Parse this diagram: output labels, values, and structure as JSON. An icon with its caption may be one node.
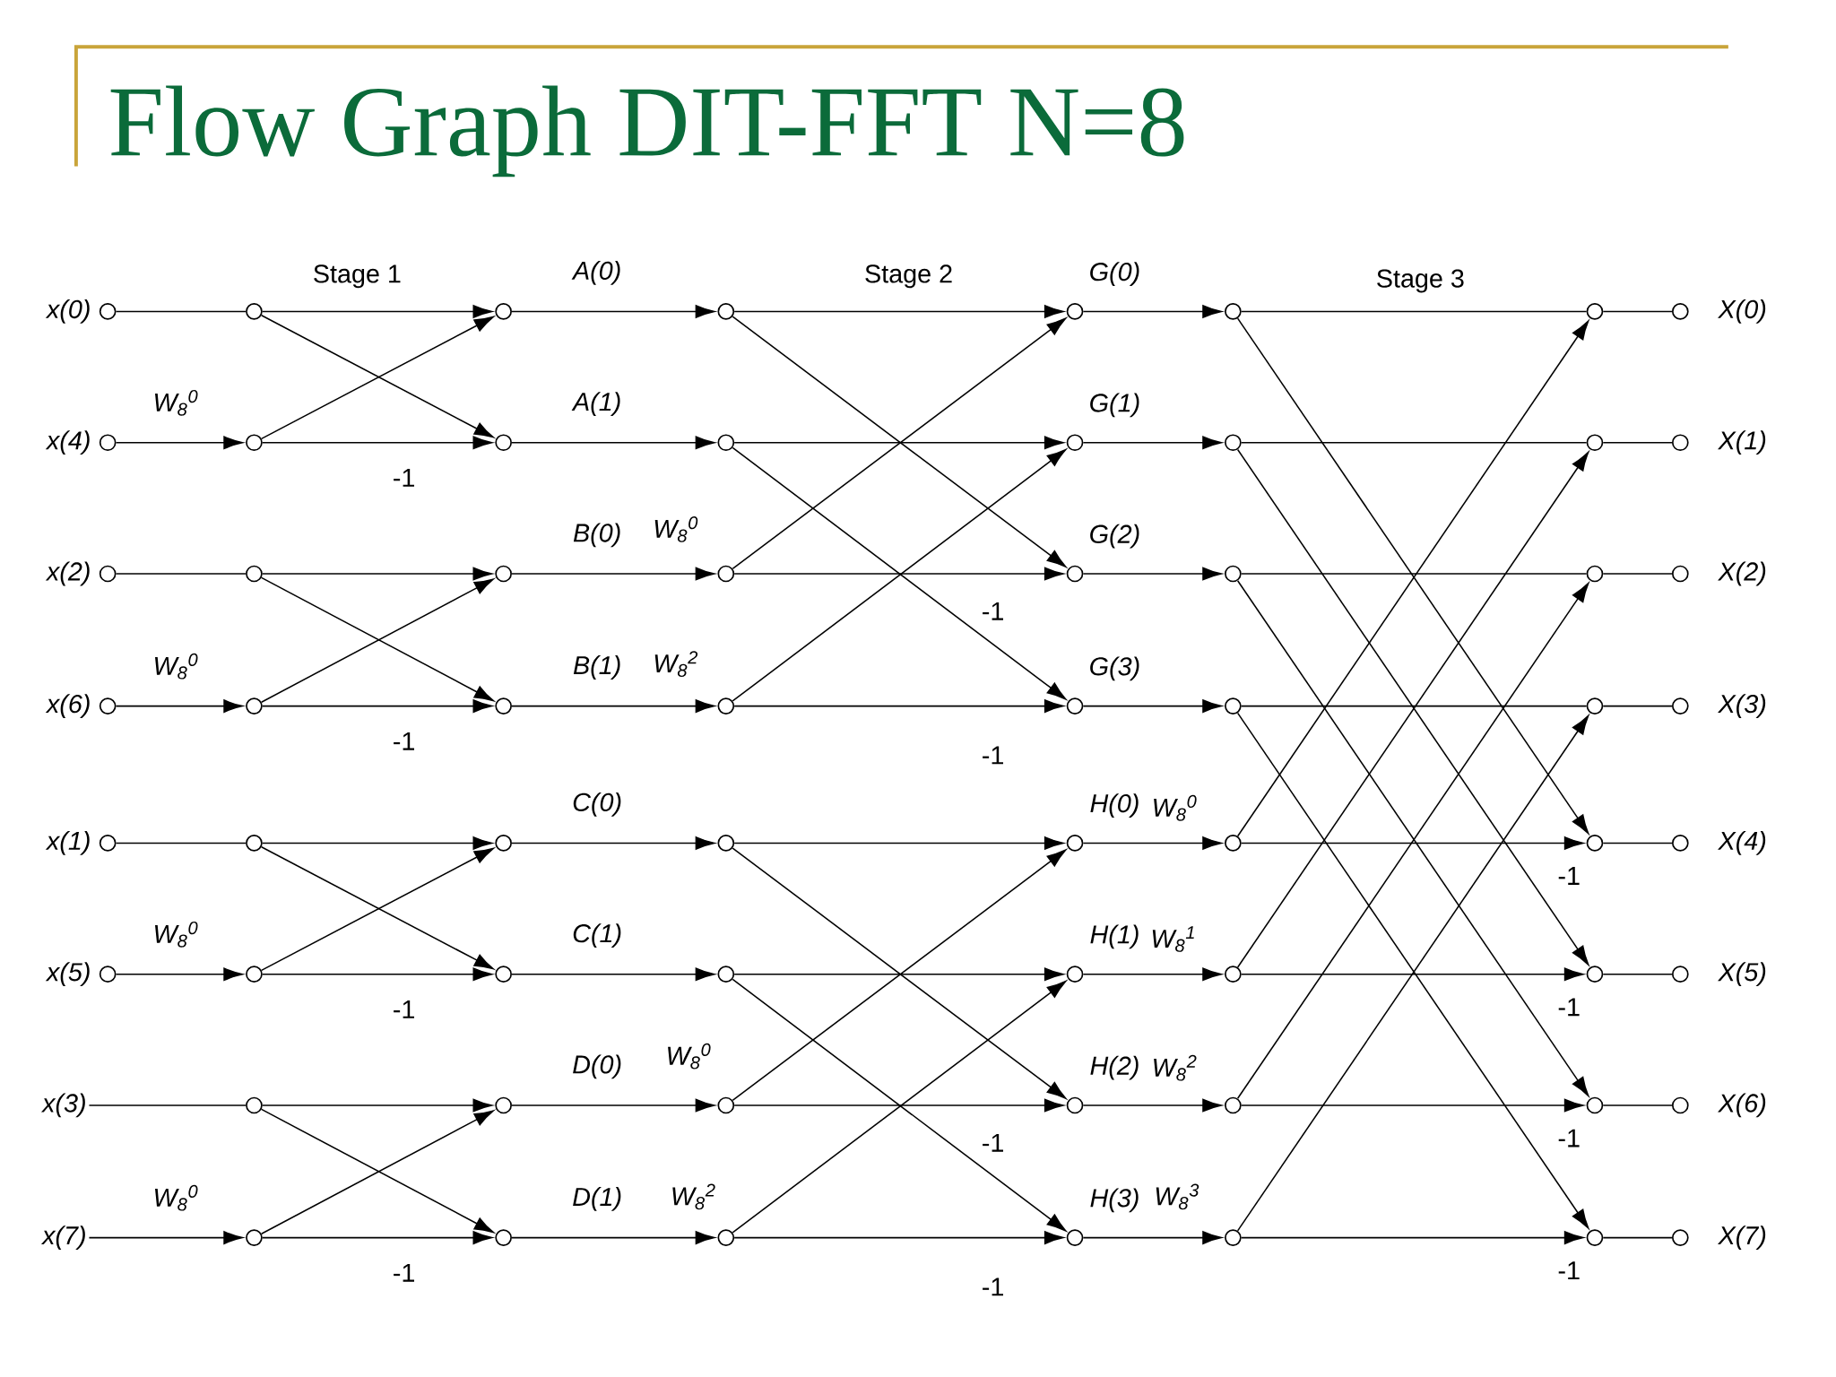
{
  "diagram": {
    "title": "Flow Graph DIT-FFT N=8",
    "nodes": [
      {
        "text": [],
        "shape": "circle",
        "beside": [
          "x(0)"
        ]
      },
      {
        "text": [],
        "shape": "circle",
        "beside": [
          "x(4)"
        ]
      },
      {
        "text": [],
        "shape": "circle",
        "beside": [
          "x(2)"
        ]
      },
      {
        "text": [],
        "shape": "circle",
        "beside": [
          "x(6)"
        ]
      },
      {
        "text": [],
        "shape": "circle",
        "beside": [
          "x(1)"
        ]
      },
      {
        "text": [],
        "shape": "circle",
        "beside": [
          "x(5)"
        ]
      },
      {
        "text": [
          "x(3)"
        ]
      },
      {
        "text": [
          "x(7)"
        ]
      },
      {
        "text": [],
        "shape": "circle"
      },
      {
        "text": [],
        "shape": "circle"
      },
      {
        "text": [],
        "shape": "circle"
      },
      {
        "text": [],
        "shape": "circle"
      },
      {
        "text": [],
        "shape": "circle"
      },
      {
        "text": [],
        "shape": "circle"
      },
      {
        "text": [],
        "shape": "circle"
      },
      {
        "text": [],
        "shape": "circle"
      },
      {
        "text": [],
        "shape": "circle"
      },
      {
        "text": [],
        "shape": "circle"
      },
      {
        "text": [],
        "shape": "circle"
      },
      {
        "text": [],
        "shape": "circle"
      },
      {
        "text": [],
        "shape": "circle"
      },
      {
        "text": [],
        "shape": "circle"
      },
      {
        "text": [],
        "shape": "circle"
      },
      {
        "text": [],
        "shape": "circle"
      },
      {
        "text": [],
        "shape": "circle"
      },
      {
        "text": [],
        "shape": "circle"
      },
      {
        "text": [],
        "shape": "circle"
      },
      {
        "text": [],
        "shape": "circle"
      },
      {
        "text": [],
        "shape": "circle"
      },
      {
        "text": [],
        "shape": "circle"
      },
      {
        "text": [],
        "shape": "circle"
      },
      {
        "text": [],
        "shape": "circle"
      },
      {
        "text": [],
        "shape": "circle"
      },
      {
        "text": [],
        "shape": "circle"
      },
      {
        "text": [],
        "shape": "circle"
      },
      {
        "text": [],
        "shape": "circle"
      },
      {
        "text": [],
        "shape": "circle"
      },
      {
        "text": [],
        "shape": "circle"
      },
      {
        "text": [],
        "shape": "circle"
      },
      {
        "text": [],
        "shape": "circle"
      },
      {
        "text": [],
        "shape": "circle"
      },
      {
        "text": [],
        "shape": "circle"
      },
      {
        "text": [],
        "shape": "circle"
      },
      {
        "text": [],
        "shape": "circle"
      },
      {
        "text": [],
        "shape": "circle"
      },
      {
        "text": [],
        "shape": "circle"
      },
      {
        "text": [],
        "shape": "circle"
      },
      {
        "text": [],
        "shape": "circle"
      },
      {
        "text": [],
        "shape": "circle"
      },
      {
        "text": [],
        "shape": "circle"
      },
      {
        "text": [],
        "shape": "circle"
      },
      {
        "text": [],
        "shape": "circle"
      },
      {
        "text": [],
        "shape": "circle"
      },
      {
        "text": [],
        "shape": "circle"
      },
      {
        "text": [],
        "shape": "circle"
      },
      {
        "text": [],
        "shape": "circle"
      },
      {
        "text": [],
        "shape": "circle",
        "beside": [
          "X(0)"
        ]
      },
      {
        "text": [],
        "shape": "circle",
        "beside": [
          "X(1)"
        ]
      },
      {
        "text": [],
        "shape": "circle",
        "beside": [
          "X(2)"
        ]
      },
      {
        "text": [],
        "shape": "circle",
        "beside": [
          "X(3)"
        ]
      },
      {
        "text": [],
        "shape": "circle",
        "beside": [
          "X(4)"
        ]
      },
      {
        "text": [],
        "shape": "circle",
        "beside": [
          "X(5)"
        ]
      },
      {
        "text": [],
        "shape": "circle",
        "beside": [
          "X(6)"
        ]
      },
      {
        "text": [],
        "shape": "circle",
        "beside": [
          "X(7)"
        ]
      }
    ],
    "edges": [
      {
        "from": 0,
        "to": 8,
        "arrow": "none"
      },
      {
        "from": 1,
        "to": 9,
        "arrow": "to",
        "label": "W$_{8}$$^{0}$"
      },
      {
        "from": 2,
        "to": 10,
        "arrow": "none"
      },
      {
        "from": 3,
        "to": 11,
        "arrow": "to",
        "label": "W$_{8}$$^{0}$"
      },
      {
        "from": 4,
        "to": 12,
        "arrow": "none"
      },
      {
        "from": 5,
        "to": 13,
        "arrow": "to",
        "label": "W$_{8}$$^{0}$"
      },
      {
        "from": 6,
        "to": 14,
        "arrow": "none"
      },
      {
        "from": 7,
        "to": 15,
        "arrow": "to",
        "label": "W$_{8}$$^{0}$"
      },
      {
        "from": 8,
        "to": 16,
        "arrow": "to"
      },
      {
        "from": 9,
        "to": 17,
        "arrow": "to",
        "label": "-1"
      },
      {
        "from": 10,
        "to": 18,
        "arrow": "to"
      },
      {
        "from": 11,
        "to": 19,
        "arrow": "to",
        "label": "-1"
      },
      {
        "from": 12,
        "to": 20,
        "arrow": "to"
      },
      {
        "from": 13,
        "to": 21,
        "arrow": "to",
        "label": "-1"
      },
      {
        "from": 14,
        "to": 22,
        "arrow": "to"
      },
      {
        "from": 15,
        "to": 23,
        "arrow": "to",
        "label": "-1"
      },
      {
        "from": 8,
        "to": 17,
        "arrow": "to"
      },
      {
        "from": 9,
        "to": 16,
        "arrow": "to"
      },
      {
        "from": 10,
        "to": 19,
        "arrow": "to"
      },
      {
        "from": 11,
        "to": 18,
        "arrow": "to"
      },
      {
        "from": 12,
        "to": 21,
        "arrow": "to"
      },
      {
        "from": 13,
        "to": 20,
        "arrow": "to"
      },
      {
        "from": 14,
        "to": 23,
        "arrow": "to"
      },
      {
        "from": 15,
        "to": 22,
        "arrow": "to"
      },
      {
        "from": 16,
        "to": 24,
        "arrow": "to",
        "label": "A(0)"
      },
      {
        "from": 17,
        "to": 25,
        "arrow": "to",
        "label": "A(1)"
      },
      {
        "from": 18,
        "to": 26,
        "arrow": "to",
        "label": "B(0)"
      },
      {
        "from": 19,
        "to": 27,
        "arrow": "to",
        "label": "B(1)"
      },
      {
        "from": 20,
        "to": 28,
        "arrow": "to",
        "label": "C(0)"
      },
      {
        "from": 21,
        "to": 29,
        "arrow": "to",
        "label": "C(1)"
      },
      {
        "from": 22,
        "to": 30,
        "arrow": "to",
        "label": "D(0)"
      },
      {
        "from": 23,
        "to": 31,
        "arrow": "to",
        "label": "D(1)"
      },
      {
        "from": 24,
        "to": 32,
        "arrow": "to"
      },
      {
        "from": 25,
        "to": 33,
        "arrow": "to"
      },
      {
        "from": 26,
        "to": 34,
        "arrow": "to",
        "label": "-1"
      },
      {
        "from": 27,
        "to": 35,
        "arrow": "to",
        "label": "-1"
      },
      {
        "from": 28,
        "to": 36,
        "arrow": "to"
      },
      {
        "from": 29,
        "to": 37,
        "arrow": "to"
      },
      {
        "from": 30,
        "to": 38,
        "arrow": "to",
        "label": "-1"
      },
      {
        "from": 31,
        "to": 39,
        "arrow": "to",
        "label": "-1"
      },
      {
        "from": 24,
        "to": 34,
        "arrow": "to"
      },
      {
        "from": 26,
        "to": 32,
        "arrow": "to"
      },
      {
        "from": 25,
        "to": 35,
        "arrow": "to"
      },
      {
        "from": 27,
        "to": 33,
        "arrow": "to"
      },
      {
        "from": 28,
        "to": 38,
        "arrow": "to"
      },
      {
        "from": 30,
        "to": 36,
        "arrow": "to"
      },
      {
        "from": 29,
        "to": 39,
        "arrow": "to"
      },
      {
        "from": 31,
        "to": 37,
        "arrow": "to"
      },
      {
        "from": 32,
        "to": 40,
        "arrow": "to",
        "label": "G(0)"
      },
      {
        "from": 33,
        "to": 41,
        "arrow": "to",
        "label": "G(1)"
      },
      {
        "from": 34,
        "to": 42,
        "arrow": "to",
        "label": "G(2)"
      },
      {
        "from": 35,
        "to": 43,
        "arrow": "to",
        "label": "G(3)"
      },
      {
        "from": 36,
        "to": 44,
        "arrow": "to",
        "label": "H(0)"
      },
      {
        "from": 37,
        "to": 45,
        "arrow": "to",
        "label": "H(1)"
      },
      {
        "from": 38,
        "to": 46,
        "arrow": "to",
        "label": "H(2)"
      },
      {
        "from": 39,
        "to": 47,
        "arrow": "to",
        "label": "H(3)"
      },
      {
        "from": 40,
        "to": 48,
        "arrow": "none"
      },
      {
        "from": 41,
        "to": 49,
        "arrow": "none"
      },
      {
        "from": 42,
        "to": 50,
        "arrow": "none"
      },
      {
        "from": 43,
        "to": 51,
        "arrow": "none"
      },
      {
        "from": 44,
        "to": 52,
        "arrow": "to",
        "label": "-1"
      },
      {
        "from": 45,
        "to": 53,
        "arrow": "to",
        "label": "-1"
      },
      {
        "from": 46,
        "to": 54,
        "arrow": "to",
        "label": "-1"
      },
      {
        "from": 47,
        "to": 55,
        "arrow": "to",
        "label": "-1"
      },
      {
        "from": 40,
        "to": 52,
        "arrow": "to"
      },
      {
        "from": 41,
        "to": 53,
        "arrow": "to"
      },
      {
        "from": 42,
        "to": 54,
        "arrow": "to"
      },
      {
        "from": 43,
        "to": 55,
        "arrow": "to"
      },
      {
        "from": 44,
        "to": 48,
        "arrow": "to"
      },
      {
        "from": 45,
        "to": 49,
        "arrow": "to"
      },
      {
        "from": 46,
        "to": 50,
        "arrow": "to"
      },
      {
        "from": 47,
        "to": 51,
        "arrow": "to"
      },
      {
        "from": 48,
        "to": 56,
        "arrow": "none"
      },
      {
        "from": 49,
        "to": 57,
        "arrow": "none"
      },
      {
        "from": 50,
        "to": 58,
        "arrow": "none"
      },
      {
        "from": 51,
        "to": 59,
        "arrow": "none"
      },
      {
        "from": 52,
        "to": 60,
        "arrow": "none"
      },
      {
        "from": 53,
        "to": 61,
        "arrow": "none"
      },
      {
        "from": 54,
        "to": 62,
        "arrow": "none"
      },
      {
        "from": 55,
        "to": 63,
        "arrow": "none"
      }
    ],
    "labels": [
      "Stage 1",
      "Stage 2",
      "Stage 3",
      "W$_{8}$$^{0}$",
      "W$_{8}$$^{2}$",
      "W$_{8}$$^{0}$",
      "W$_{8}$$^{1}$",
      "W$_{8}$$^{0}$",
      "W$_{8}$$^{2}$",
      "W$_{8}$$^{2}$",
      "W$_{8}$$^{3}$"
    ]
  }
}
